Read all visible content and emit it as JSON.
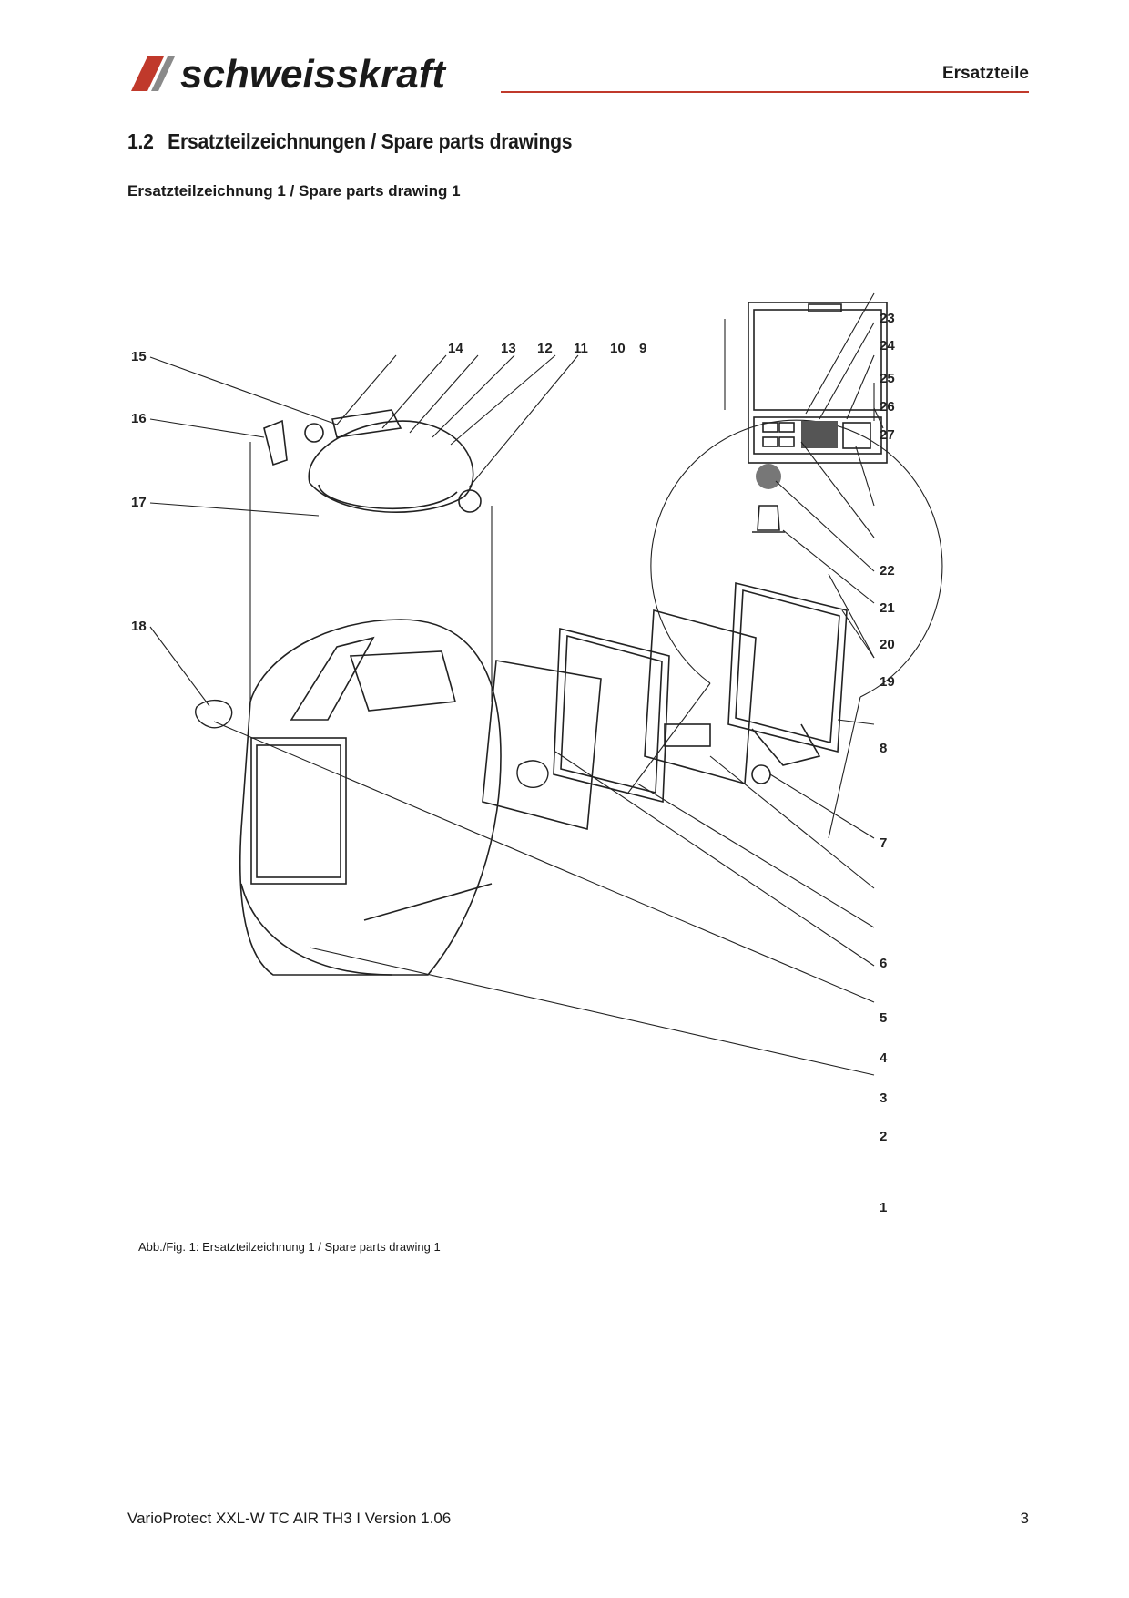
{
  "header": {
    "logo_text": "schweisskraft",
    "section_label": "Ersatzteile"
  },
  "section": {
    "number": "1.2",
    "title": "Ersatzteilzeichnungen / Spare parts drawings"
  },
  "subheading": "Ersatzteilzeichnung 1 / Spare parts drawing 1",
  "drawing": {
    "callouts": [
      "1",
      "2",
      "3",
      "4",
      "5",
      "6",
      "7",
      "8",
      "9",
      "10",
      "11",
      "12",
      "13",
      "14",
      "15",
      "16",
      "17",
      "18",
      "19",
      "20",
      "21",
      "22",
      "23",
      "24",
      "25",
      "26",
      "27"
    ]
  },
  "caption": "Abb./Fig. 1: Ersatzteilzeichnung 1 / Spare parts drawing 1",
  "footer": {
    "document": "VarioProtect XXL-W TC AIR TH3 I Version 1.06",
    "page_number": "3"
  },
  "colors": {
    "accent": "#c0392b",
    "text": "#1a1a1a"
  }
}
